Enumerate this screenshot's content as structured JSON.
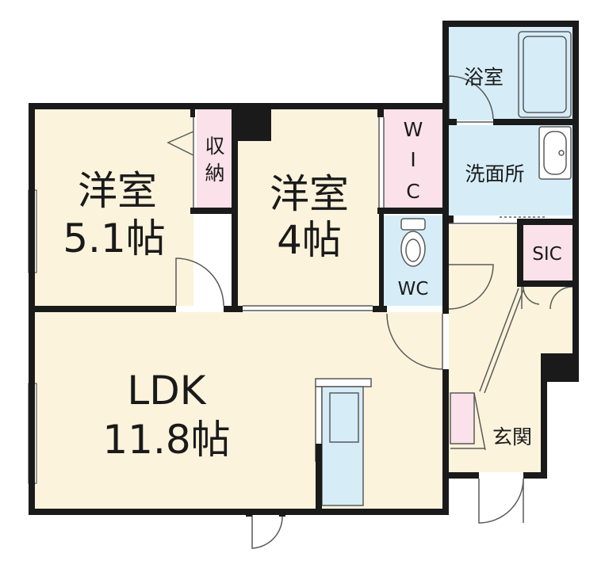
{
  "colors": {
    "wall": "#1a1a1a",
    "room_fill": "#fbf3dc",
    "wet_fill": "#d6edf8",
    "storage_fill": "#fae1ea",
    "fixture_stroke": "#5a5a5a"
  },
  "rooms": {
    "western1": {
      "name": "洋室",
      "size": "5.1帖"
    },
    "western2": {
      "name": "洋室",
      "size": "4帖"
    },
    "ldk": {
      "name": "LDK",
      "size": "11.8帖"
    },
    "storage": {
      "line1": "収",
      "line2": "納"
    },
    "wic": {
      "line1": "W",
      "line2": "I",
      "line3": "C"
    },
    "wc": {
      "name": "WC"
    },
    "bath": {
      "name": "浴室"
    },
    "washroom": {
      "name": "洗面所"
    },
    "sic": {
      "name": "SIC"
    },
    "entrance": {
      "name": "玄関"
    }
  },
  "icons": [
    "toilet-icon",
    "bathtub-icon",
    "washbasin-icon",
    "kitchen-counter-icon",
    "door-swing-icon"
  ]
}
